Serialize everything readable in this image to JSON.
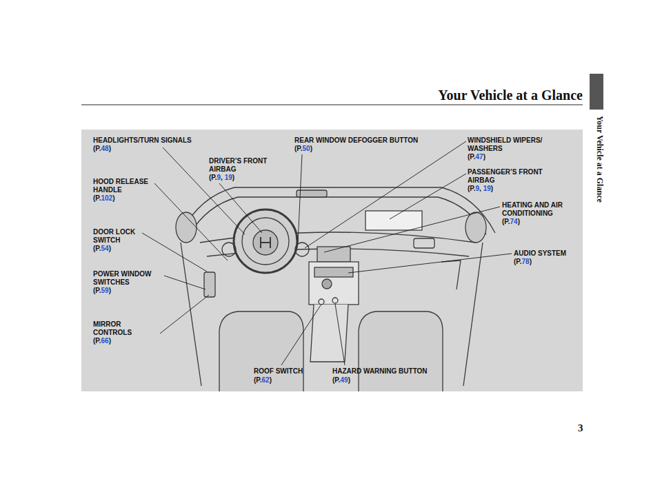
{
  "diagram": {
    "title": "Your Vehicle at a Glance",
    "labels": [
      "HEADLIGHTS/TURN SIGNALS",
      "(P.48)",
      "DRIVER’S FRONT AIRBAG",
      "(P.9, 19)",
      "HOOD RELEASE HANDLE",
      "(P.102)",
      "DOOR LOCK SWITCH",
      "(P.54)",
      "POWER WINDOW SWITCHES",
      "(P.59)",
      "MIRROR CONTROLS",
      "(P.66)",
      "REAR WINDOW DEFOGGER BUTTON",
      "(P.50)",
      "WINDSHIELD WIPERS/ WASHERS",
      "(P.47)",
      "PASSENGER’S FRONT AIRBAG",
      "(P.9, 19)",
      "HEATING AND AIR CONDITIONING",
      "(P.74)",
      "AUDIO SYSTEM",
      "(P.78)",
      "ROOF SWITCH",
      "(P.62)",
      "HAZARD WARNING BUTTON",
      "(P.49)",
      "Your Vehicle at a Glance",
      "3"
    ]
  }
}
